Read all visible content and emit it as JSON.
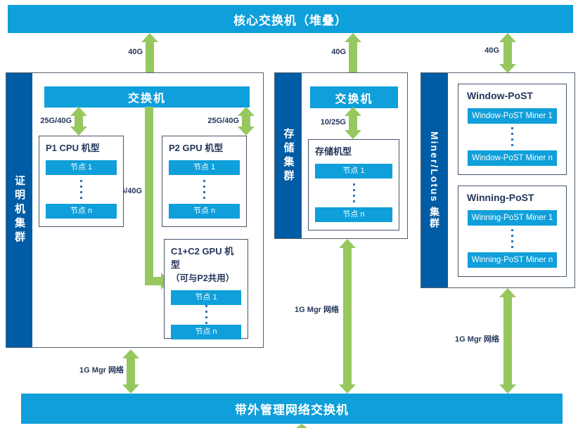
{
  "title_bars": {
    "core_switch": "核心交换机（堆叠）",
    "oob_switch": "带外管理网络交换机"
  },
  "links": {
    "core_to_proving": "40G",
    "core_to_storage": "40G",
    "core_to_miner": "40G",
    "proving_switch_p1": "25G/40G",
    "proving_switch_p2": "25G/40G",
    "proving_switch_c1c2": "25G/40G",
    "storage_switch_nodes": "10/25G",
    "proving_mgmt": "1G Mgr 网络",
    "storage_mgmt": "1G Mgr 网络",
    "miner_mgmt": "1G Mgr 网络"
  },
  "clusters": {
    "proving": {
      "name": "证明机集群",
      "switch_label": "交换机",
      "groups": [
        {
          "title": "P1 CPU 机型",
          "node_first": "节点 1",
          "node_last": "节点 n"
        },
        {
          "title": "P2 GPU 机型",
          "node_first": "节点 1",
          "node_last": "节点 n"
        },
        {
          "title": "C1+C2 GPU 机型",
          "subtitle": "（可与P2共用）",
          "node_first": "节点 1",
          "node_last": "节点 n"
        }
      ]
    },
    "storage": {
      "name": "存储集群",
      "switch_label": "交换机",
      "groups": [
        {
          "title": "存储机型",
          "node_first": "节点 1",
          "node_last": "节点 n"
        }
      ]
    },
    "miner_lotus": {
      "name": "Miner/Lotus 集群",
      "groups": [
        {
          "title": "Window-PoST",
          "node_first": "Window-PoST Miner 1",
          "node_last": "Window-PoST Miner n"
        },
        {
          "title": "Winning-PoST",
          "node_first": "Winning-PoST Miner 1",
          "node_last": "Winning-PoST Miner n"
        }
      ]
    }
  },
  "colors": {
    "bar_blue": "#0f9fda",
    "sidebar_blue": "#005ca4",
    "arrow_green": "#97c75f",
    "label_navy": "#24365a",
    "outer_border": "#53616f",
    "inner_border": "#44546a",
    "dot_blue": "#2e74b5"
  }
}
